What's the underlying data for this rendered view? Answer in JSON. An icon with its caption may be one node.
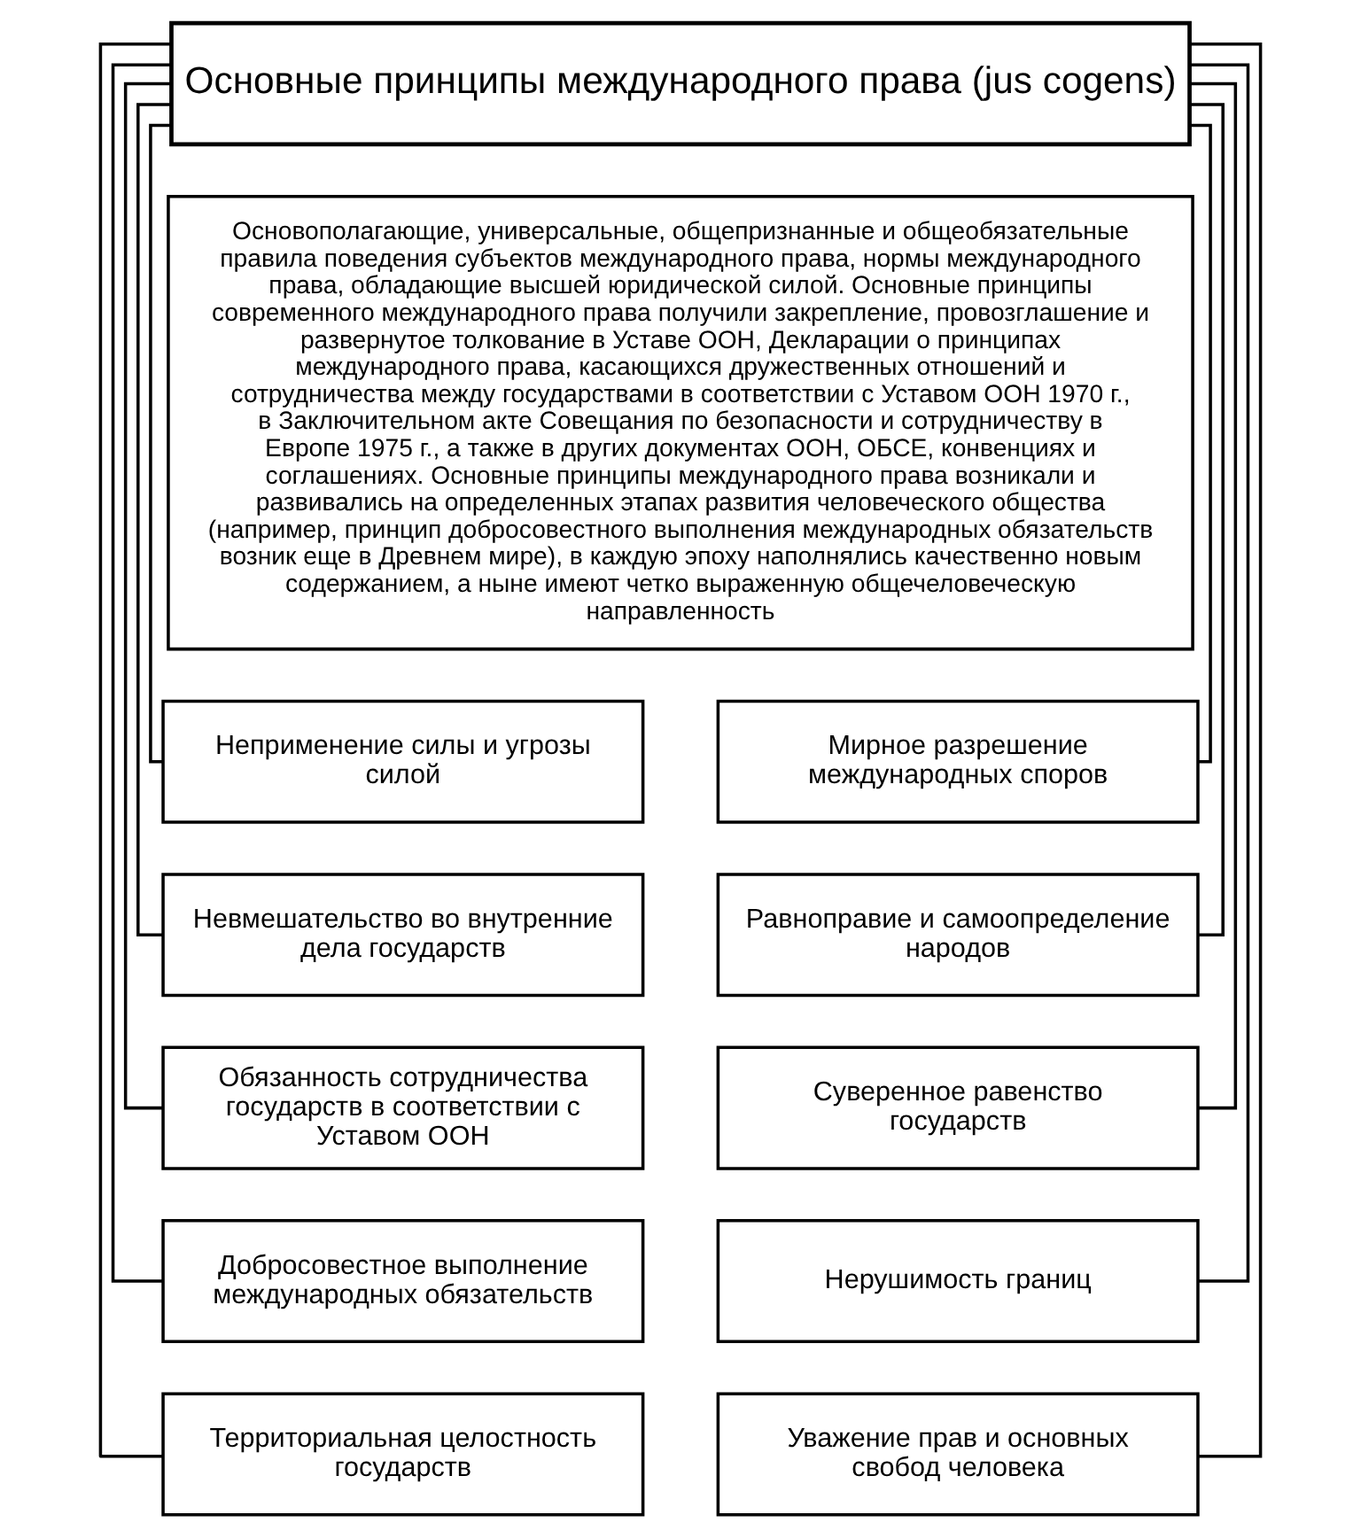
{
  "diagram": {
    "nodes": [
      {
        "text": [
          "Основные принципы международного права (jus cogens)"
        ]
      },
      {
        "text": [
          "Основополагающие, универсальные, общепризнанные и общеобязательные правила поведения субъектов международного права, нормы международного права, обладающие высшей юридической силой. Основные принципы современного международного права получили закрепление, провозглашение и развернутое толкование в Уставе ООН, Декларации о принципах международного права, касающихся дружественных отношений и сотрудничества между государствами в соответствии с Уставом ООН 1970 г., в Заключительном акте Совещания по безопасности и сотрудничеству в Европе 1975 г., а также в других документах ООН, ОБСЕ, конвенциях и соглашениях. Основные принципы международного права возникали и развивались на определенных этапах развития человеческого общества (например, принцип добросовестного выполнения международных обязательств возник еще в Древнем мире), в каждую эпоху наполнялись качественно новым содержанием, а ныне имеют четко выраженную общечеловеческую направленность"
        ]
      },
      {
        "text": [
          "Неприменение силы и угрозы силой"
        ]
      },
      {
        "text": [
          "Мирное разрешение международных споров"
        ]
      },
      {
        "text": [
          "Невмешательство во внутренние дела государств"
        ]
      },
      {
        "text": [
          "Равноправие и самоопределение народов"
        ]
      },
      {
        "text": [
          "Обязанность сотрудничества государств в соответствии с Уставом ООН"
        ]
      },
      {
        "text": [
          "Суверенное равенство государств"
        ]
      },
      {
        "text": [
          "Добросовестное выполнение международных обязательств"
        ]
      },
      {
        "text": [
          "Нерушимость границ"
        ]
      },
      {
        "text": [
          "Территориальная целостность государств"
        ]
      },
      {
        "text": [
          "Уважение прав и основных свобод человека"
        ]
      }
    ],
    "edges": [
      {
        "from": 0,
        "to": 2,
        "arrow": "none"
      },
      {
        "from": 0,
        "to": 3,
        "arrow": "none"
      },
      {
        "from": 0,
        "to": 4,
        "arrow": "none"
      },
      {
        "from": 0,
        "to": 5,
        "arrow": "none"
      },
      {
        "from": 0,
        "to": 6,
        "arrow": "none"
      },
      {
        "from": 0,
        "to": 7,
        "arrow": "none"
      },
      {
        "from": 0,
        "to": 8,
        "arrow": "none"
      },
      {
        "from": 0,
        "to": 9,
        "arrow": "none"
      },
      {
        "from": 0,
        "to": 10,
        "arrow": "none"
      },
      {
        "from": 0,
        "to": 11,
        "arrow": "none"
      }
    ]
  }
}
